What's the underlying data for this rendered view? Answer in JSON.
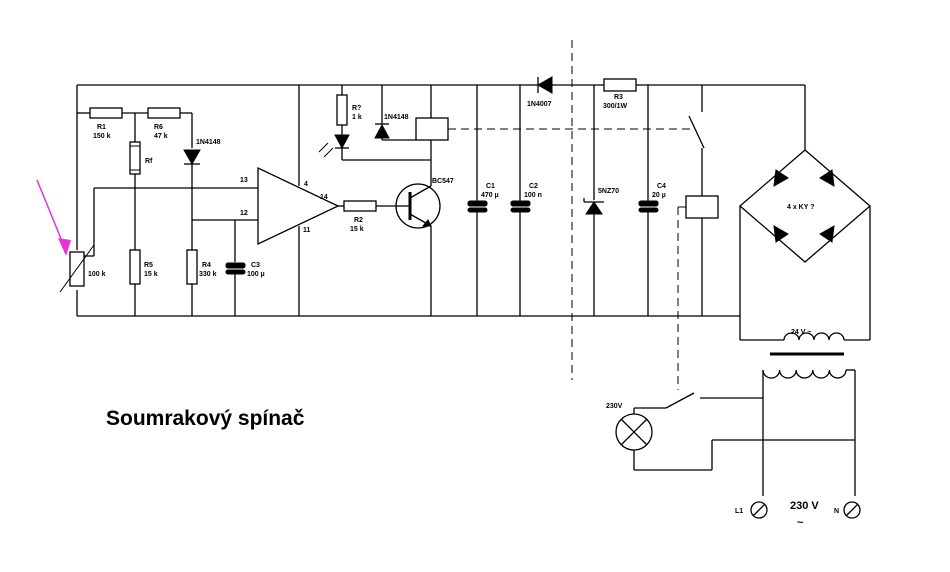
{
  "title": "Soumrakový spínač",
  "colors": {
    "arrow": "#e832d8",
    "wire": "#000000"
  },
  "components": {
    "r1": {
      "ref": "R1",
      "value": "150 k"
    },
    "r6": {
      "ref": "R6",
      "value": "47 k"
    },
    "rf": {
      "ref": "Rf"
    },
    "r5": {
      "ref": "R5",
      "value": "15 k"
    },
    "r4": {
      "ref": "R4",
      "value": "330 k"
    },
    "c3": {
      "ref": "C3",
      "value": "100 µ"
    },
    "pot": {
      "value": "100 k"
    },
    "d_top": {
      "value": "1N4148"
    },
    "r_led": {
      "ref": "R?",
      "value": "1 k"
    },
    "d_relay": {
      "value": "1N4148"
    },
    "r2": {
      "ref": "R2",
      "value": "15 k"
    },
    "q": {
      "value": "BC547"
    },
    "c1": {
      "ref": "C1",
      "value": "470 µ"
    },
    "c2": {
      "ref": "C2",
      "value": "100 n"
    },
    "d_main": {
      "value": "1N4007"
    },
    "r3": {
      "ref": "R3",
      "value": "300/1W"
    },
    "zener": {
      "value": "5NZ70"
    },
    "c4": {
      "ref": "C4",
      "value": "20 µ"
    },
    "bridge": {
      "value": "4 x KY ?"
    },
    "transformer": {
      "secondary": "24 V ~"
    },
    "lamp": {
      "value": "230V"
    },
    "mains": {
      "l1": "L1",
      "n": "N",
      "voltage": "230 V",
      "symbol": "~"
    }
  },
  "opamp_pins": {
    "in_plus": "13",
    "in_minus": "12",
    "out": "14",
    "vcc": "4",
    "gnd": "11"
  }
}
